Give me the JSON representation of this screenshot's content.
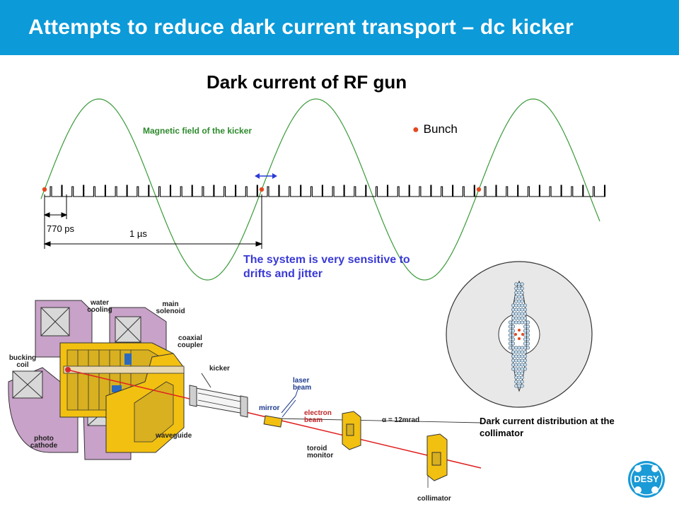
{
  "header": {
    "title": "Attempts to reduce dark current transport – dc kicker",
    "bar_color": "#0c9ad8"
  },
  "diagram": {
    "title": "Dark current of RF gun",
    "magnetic_field_label": "Magnetic field of the kicker",
    "bunch_label": "Bunch",
    "dimension_short": "770 ps",
    "dimension_long": "1 µs",
    "note": "The system is very sensitive to drifts and jitter"
  },
  "apparatus": {
    "labels": {
      "water_cooling": "water cooling",
      "main_solenoid": "main solenoid",
      "coaxial_coupler": "coaxial coupler",
      "bucking_coil": "bucking coil",
      "kicker": "kicker",
      "laser_beam": "laser beam",
      "mirror": "mirror",
      "electron_beam": "electron beam",
      "angle": "α = 12mrad",
      "photo_cathode": "photo cathode",
      "waveguide": "waveguide",
      "toroid_monitor": "toroid monitor",
      "collimator": "collimator"
    }
  },
  "distribution": {
    "caption": "Dark current distribution at the collimator"
  },
  "logo": {
    "text": "DESY"
  },
  "colors": {
    "sine": "#3a9a3a",
    "bunch_dot": "#e2491f",
    "note_text": "#3a3ad6",
    "apparatus_yellow": "#f2c010",
    "coil_purple": "#c8a2c8"
  }
}
